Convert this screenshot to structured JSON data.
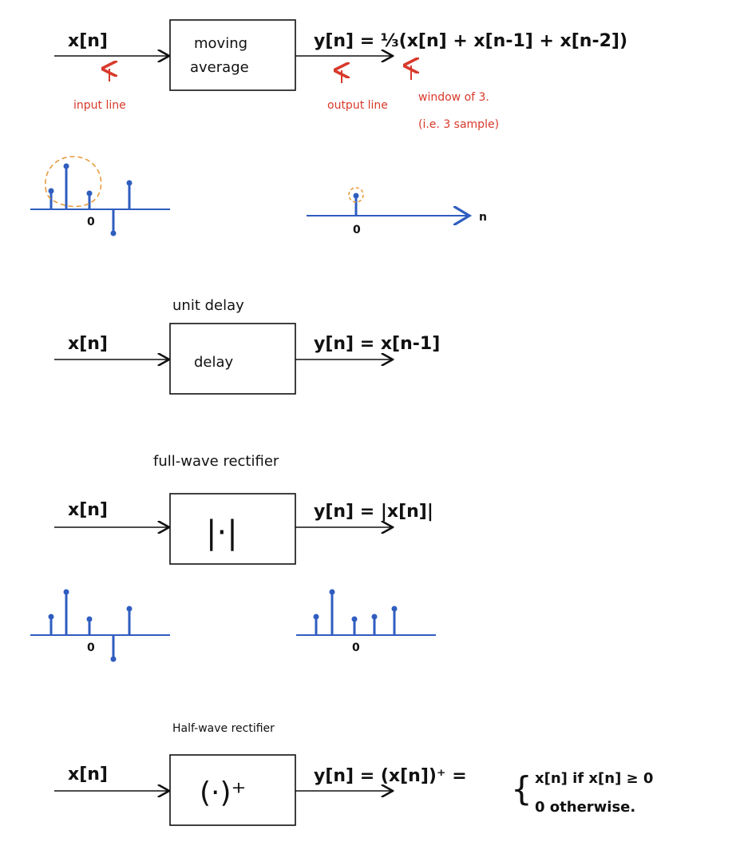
{
  "colors": {
    "ink": "#111111",
    "annotation": "#d8392b",
    "stem": "#2f5dc0",
    "circle": "#e89a3c"
  },
  "section1": {
    "input": "x[n]",
    "block_line1": "moving",
    "block_line2": "average",
    "output": "y[n] = ⅓(x[n] + x[n-1] + x[n-2])",
    "note_input": "input line",
    "note_output": "output line",
    "note_window_line1": "window of 3.",
    "note_window_line2": "(i.e. 3 sample)",
    "plot_left_zero": "0",
    "plot_right_zero": "0",
    "plot_right_axis": "n"
  },
  "section2": {
    "title": "unit delay",
    "input": "x[n]",
    "block": "delay",
    "output": "y[n] = x[n-1]"
  },
  "section3": {
    "title": "full-wave rectifier",
    "input": "x[n]",
    "block": "|·|",
    "output": "y[n] = |x[n]|",
    "plot_left_zero": "0",
    "plot_right_zero": "0"
  },
  "section4": {
    "title": "Half-wave rectifier",
    "input": "x[n]",
    "block": "(·)⁺",
    "output": "y[n] = (x[n])⁺ =",
    "case1": "x[n]   if x[n] ≥ 0",
    "case2": "0   otherwise."
  }
}
